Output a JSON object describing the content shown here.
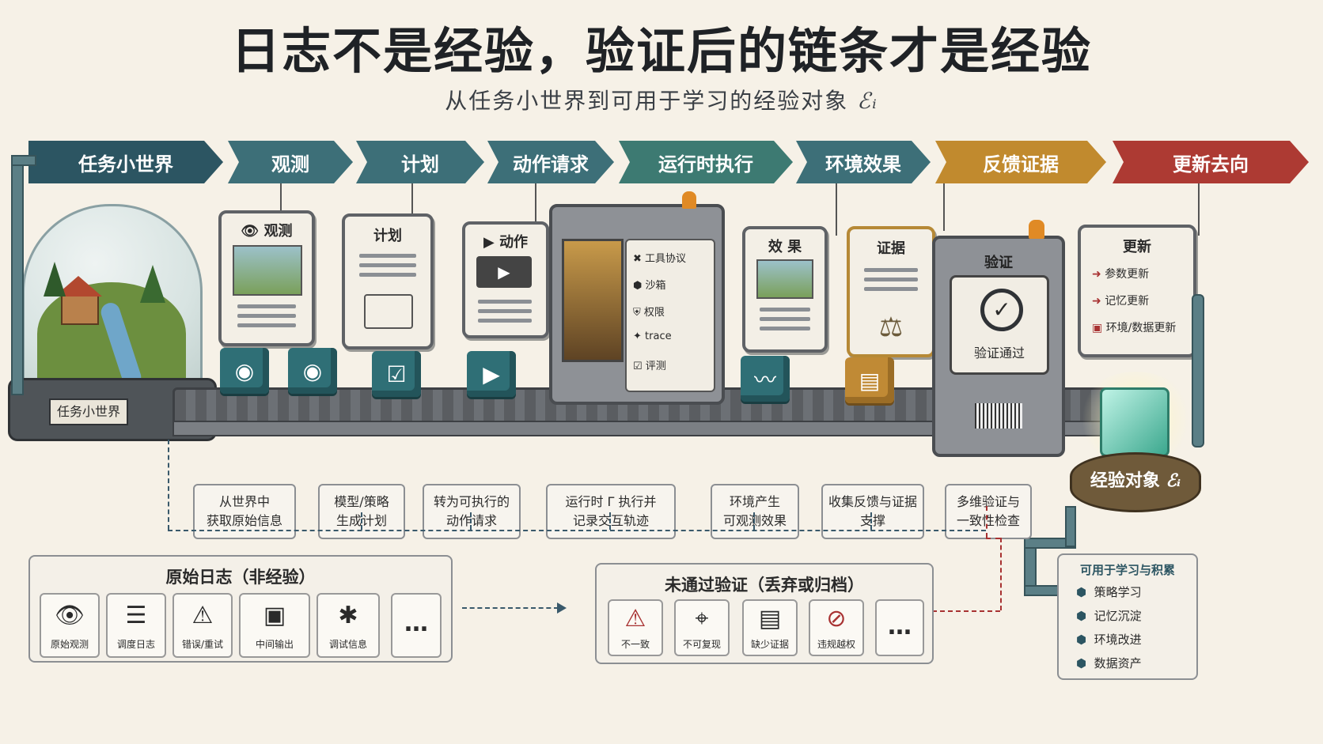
{
  "title": "日志不是经验，验证后的链条才是经验",
  "subtitle": "从任务小世界到可用于学习的经验对象",
  "subtitle_symbol": "ℰᵢ",
  "stages": [
    {
      "label": "任务小世界",
      "color": "#2c5562"
    },
    {
      "label": "观测",
      "color": "#3d6f78"
    },
    {
      "label": "计划",
      "color": "#3d6f78"
    },
    {
      "label": "动作请求",
      "color": "#3d6f78"
    },
    {
      "label": "运行时执行",
      "color": "#3d7a72"
    },
    {
      "label": "环境效果",
      "color": "#3d6f78"
    },
    {
      "label": "反馈证据",
      "color": "#c18a2e"
    },
    {
      "label": "更新去向",
      "color": "#ad3a33"
    }
  ],
  "world": {
    "plate": "任务小世界"
  },
  "cards": {
    "observe": {
      "title": "观测"
    },
    "plan": {
      "title": "计划"
    },
    "action": {
      "title": "动作"
    },
    "runtime": {
      "items": [
        "工具协议",
        "沙箱",
        "权限",
        "trace",
        "评测"
      ]
    },
    "effect": {
      "title": "效 果"
    },
    "evidence": {
      "title": "证据"
    },
    "verify": {
      "title": "验证",
      "status": "验证通过"
    },
    "update": {
      "title": "更新",
      "items": [
        "参数更新",
        "记忆更新",
        "环境/数据更新"
      ]
    }
  },
  "descriptions": [
    [
      "从世界中",
      "获取原始信息"
    ],
    [
      "模型/策略",
      "生成计划"
    ],
    [
      "转为可执行的",
      "动作请求"
    ],
    [
      "运行时 Γ 执行并",
      "记录交互轨迹"
    ],
    [
      "环境产生",
      "可观测效果"
    ],
    [
      "收集反馈与证据",
      "支撑"
    ],
    [
      "多维验证与",
      "一致性检查"
    ]
  ],
  "experience_object": {
    "label": "经验对象",
    "symbol": "ℰᵢ"
  },
  "raw_log": {
    "title": "原始日志（非经验）",
    "items": [
      "原始观测",
      "调度日志",
      "错误/重试",
      "中间输出",
      "调试信息",
      "…"
    ]
  },
  "failed": {
    "title": "未通过验证（丢弃或归档）",
    "items": [
      "不一致",
      "不可复现",
      "缺少证据",
      "违规越权",
      "…"
    ]
  },
  "usage": {
    "title": "可用于学习与积累",
    "items": [
      "策略学习",
      "记忆沉淀",
      "环境改进",
      "数据资产"
    ]
  }
}
